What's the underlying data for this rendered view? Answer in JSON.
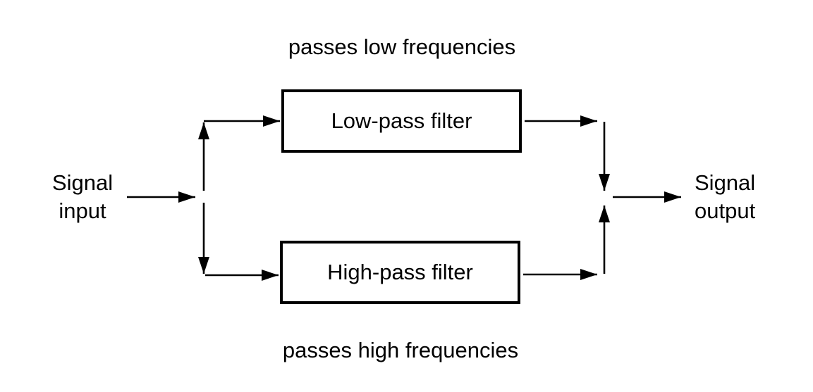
{
  "canvas": {
    "background": "#ffffff",
    "line_color": "#000000"
  },
  "captions": {
    "top": "passes low frequencies",
    "bottom": "passes high frequencies"
  },
  "labels": {
    "input": {
      "line1": "Signal",
      "line2": "input"
    },
    "output": {
      "line1": "Signal",
      "line2": "output"
    }
  },
  "blocks": {
    "lowpass": {
      "label": "Low-pass filter"
    },
    "highpass": {
      "label": "High-pass filter"
    }
  }
}
